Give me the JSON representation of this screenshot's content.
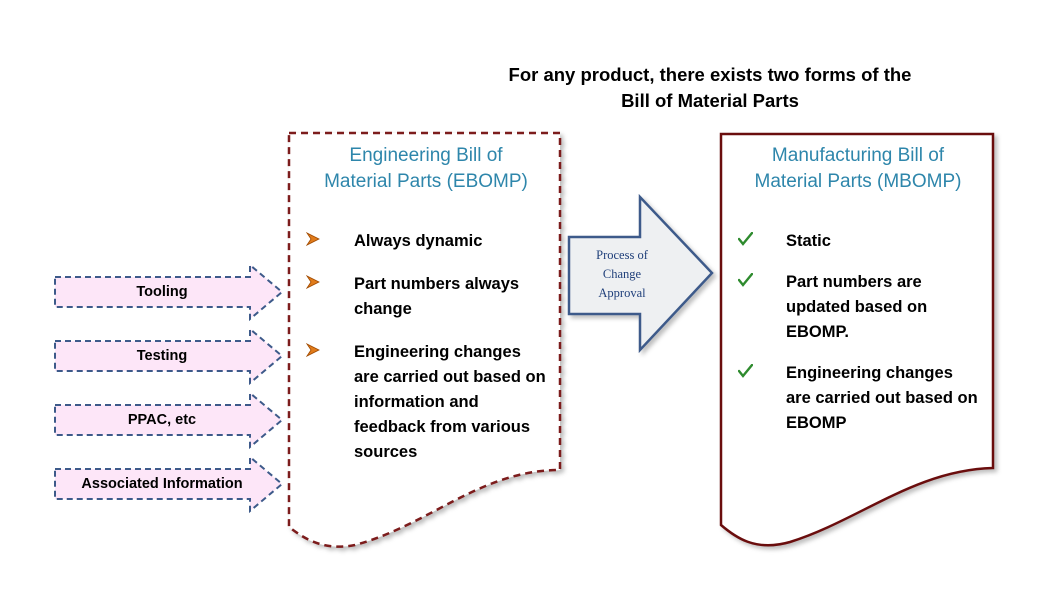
{
  "title": {
    "line1": "For any product, there exists two forms of the",
    "line2": "Bill of Material Parts"
  },
  "ebomp": {
    "title_line1": "Engineering Bill of",
    "title_line2": "Material Parts (EBOMP)",
    "bullet_icon": "arrowhead-bullet-icon",
    "bullets": [
      "Always dynamic",
      "Part numbers always change",
      "Engineering changes are carried out based on information and feedback from various sources"
    ]
  },
  "process": {
    "line1": "Process of",
    "line2": "Change",
    "line3": "Approval"
  },
  "mbomp": {
    "title_line1": "Manufacturing Bill of",
    "title_line2": "Material Parts (MBOMP)",
    "bullet_icon": "checkmark-icon",
    "bullets": [
      "Static",
      "Part numbers are updated based on EBOMP.",
      "Engineering changes are carried out based on EBOMP"
    ]
  },
  "inputs": [
    {
      "label": "Tooling"
    },
    {
      "label": "Testing"
    },
    {
      "label": "PPAC, etc"
    },
    {
      "label": "Associated Information"
    }
  ],
  "colors": {
    "ebomp_border": "#7b1a1a",
    "mbomp_border": "#7b1a1a",
    "heading_blue": "#2e86ab",
    "input_fill": "#fde6f8",
    "input_border": "#3d5a8a",
    "arrow_fill": "#eef0f2",
    "arrow_border": "#3d5a8a",
    "bullet_orange": "#e07b1a",
    "check_green": "#2e8b2e"
  }
}
